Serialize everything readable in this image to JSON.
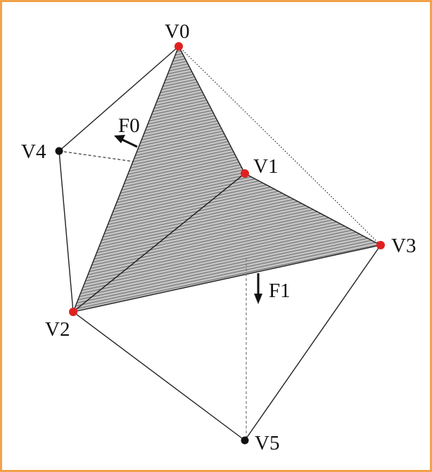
{
  "colors": {
    "frame_border": "#f2a24a",
    "selected_vertex": "#e02020",
    "other_vertex": "#111111",
    "face_fill": "#8c8c8c"
  },
  "vertices": {
    "v0": {
      "label": "V0",
      "selected": true
    },
    "v1": {
      "label": "V1",
      "selected": true
    },
    "v2": {
      "label": "V2",
      "selected": true
    },
    "v3": {
      "label": "V3",
      "selected": true
    },
    "v4": {
      "label": "V4",
      "selected": false
    },
    "v5": {
      "label": "V5",
      "selected": false
    }
  },
  "faces": {
    "f0": {
      "label": "F0"
    },
    "f1": {
      "label": "F1"
    }
  }
}
